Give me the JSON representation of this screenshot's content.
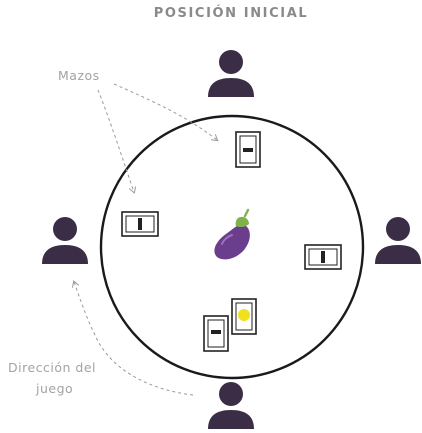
{
  "title": "POSICIÓN INICIAL",
  "labels": {
    "decks": "Mazos",
    "direction_line1": "Dirección del",
    "direction_line2": "juego"
  },
  "colors": {
    "player": "#3a2d45",
    "circle": "#1a1a1a",
    "dashed_arrow": "#9a9a9a",
    "label_text": "#a3a3a3",
    "title_text": "#8a8a8a",
    "eggplant": "#6a3e8c",
    "eggplant_stem": "#7fb24a",
    "card_dot": "#f0e020"
  },
  "icons": {
    "player": "person-icon",
    "center": "eggplant-icon",
    "card": "card-icon"
  },
  "players": [
    "top",
    "left",
    "right",
    "bottom"
  ]
}
